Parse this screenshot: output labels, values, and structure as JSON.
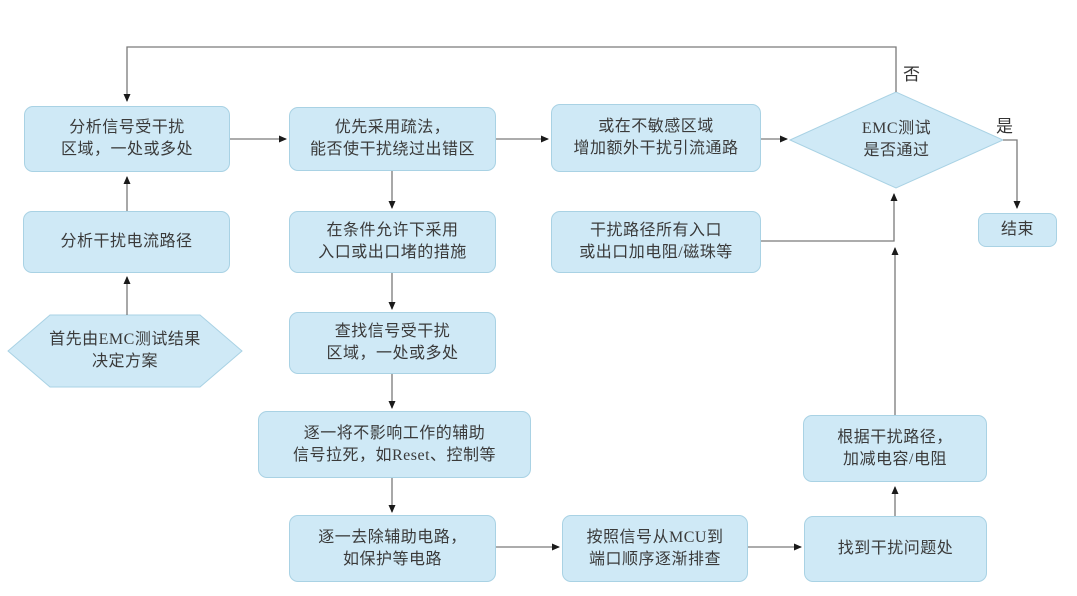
{
  "nodes": {
    "analyze_signal_area": [
      "分析信号受干扰",
      "区域，一处或多处"
    ],
    "analyze_current_path": [
      "分析干扰电流路径"
    ],
    "start_hexagon": [
      "首先由EMC测试结果",
      "决定方案"
    ],
    "prefer_dredge": [
      "优先采用疏法，",
      "能否使干扰绕过出错区"
    ],
    "block_measures": [
      "在条件允许下采用",
      "入口或出口堵的措施"
    ],
    "find_disturbed_area": [
      "查找信号受干扰",
      "区域，一处或多处"
    ],
    "pull_aux_signals": [
      "逐一将不影响工作的辅助",
      "信号拉死，如Reset、控制等"
    ],
    "remove_aux_circuits": [
      "逐一去除辅助电路，",
      "如保护等电路"
    ],
    "add_drain_path": [
      "或在不敏感区域",
      "增加额外干扰引流通路"
    ],
    "add_resistor_bead": [
      "干扰路径所有入口",
      "或出口加电阻/磁珠等"
    ],
    "check_mcu_order": [
      "按照信号从MCU到",
      "端口顺序逐渐排查"
    ],
    "emc_test_decision": [
      "EMC测试",
      "是否通过"
    ],
    "adjust_cap_res": [
      "根据干扰路径，",
      "加减电容/电阻"
    ],
    "found_problem_spot": [
      "找到干扰问题处"
    ],
    "end": [
      "结束"
    ]
  },
  "edge_labels": {
    "no": "否",
    "yes": "是"
  },
  "colors": {
    "node_fill": "#cfe9f6",
    "node_border": "#a9d2e4",
    "line": "#7a7a7a",
    "arrowhead": "#1a1a1a",
    "text": "#3a3a3a"
  }
}
